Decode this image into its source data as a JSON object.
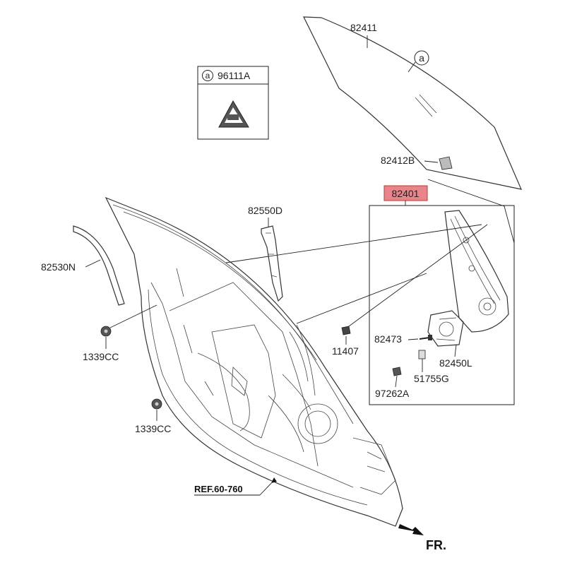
{
  "callouts": {
    "glass": "82411",
    "glass_ref": "a",
    "inset_ref": "a",
    "inset_part": "96111A",
    "channel": "82412B",
    "regulator": "82401",
    "rear_channel": "82550D",
    "weatherstrip": "82530N",
    "clip_upper": "1339CC",
    "clip_lower": "1339CC",
    "bolt": "11407",
    "screw_motor": "82473",
    "motor": "82450L",
    "nut": "51755G",
    "screw_lower": "97262A",
    "reference": "REF.60-760",
    "front_dir": "FR."
  },
  "colors": {
    "highlight_fill": "#e9858a",
    "highlight_border": "#c0392b",
    "line": "#333333"
  }
}
